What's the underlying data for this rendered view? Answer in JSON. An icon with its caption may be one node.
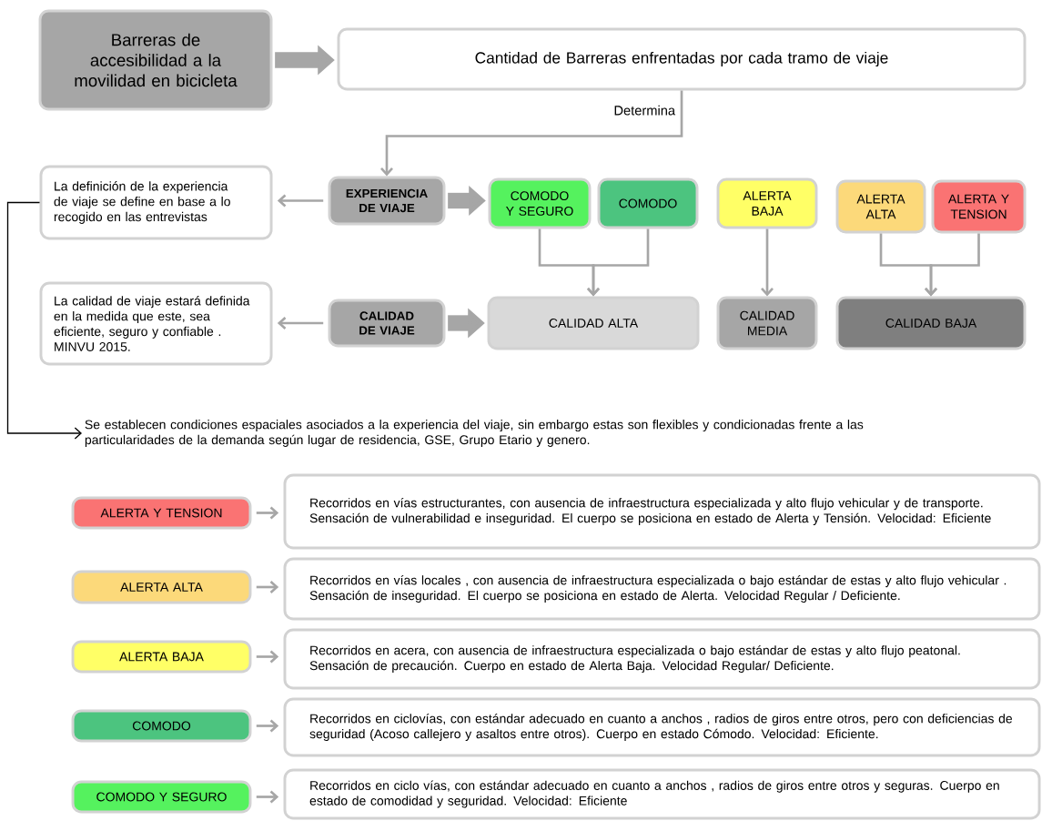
{
  "diagram": {
    "nodes": [
      {
        "text": [
          "Barreras de accesibilidad a la movilidad en bicicleta"
        ]
      },
      {
        "text": [
          "Cantidad de Barreras  enfrentadas por cada tramo de viaje"
        ]
      },
      {
        "text": [
          "EXPERIENCIA DE VIAJE"
        ]
      },
      {
        "text": [
          "La definición  de la experiencia de viaje se define en base a lo recogido en las entrevistas"
        ]
      },
      {
        "text": [
          "COMODO Y SEGURO"
        ]
      },
      {
        "text": [
          "COMODO"
        ]
      },
      {
        "text": [
          "ALERTA BAJA"
        ]
      },
      {
        "text": [
          "ALERTA ALTA"
        ]
      },
      {
        "text": [
          "ALERTA Y TENSION"
        ]
      },
      {
        "text": [
          "CALIDAD DE VIAJE"
        ]
      },
      {
        "text": [
          "La calidad de viaje estará definida en la medida que este, sea eficiente, seguro y confiable . MINVU 2015."
        ]
      },
      {
        "text": [
          "CALIDAD ALTA"
        ]
      },
      {
        "text": [
          "CALIDAD MEDIA"
        ]
      },
      {
        "text": [
          "CALIDAD BAJA"
        ]
      },
      {
        "text": [
          "Se establecen condiciones espaciales asociados a la experiencia del viaje, sin embargo estas son flexibles y condicionadas frente a las particularidades de la demanda  según  lugar de residencia, GSE, Grupo Etario y genero."
        ]
      },
      {
        "text": [
          "ALERTA Y TENSION"
        ]
      },
      {
        "text": [
          "Recorridos en vías estructurantes, con ausencia de infraestructura especializada y alto flujo vehicular y de transporte. Sensación de vulnerabilidad e inseguridad. El cuerpo se posiciona en estado de Alerta y Tensión. Velocidad: Eficiente"
        ]
      },
      {
        "text": [
          "ALERTA ALTA"
        ]
      },
      {
        "text": [
          "Recorridos en vías locales , con ausencia de infraestructura especializada o bajo estándar de estas y alto flujo vehicular . Sensación de inseguridad.  El cuerpo se posiciona en estado de Alerta. Velocidad  Regular / Deficiente."
        ]
      },
      {
        "text": [
          "ALERTA BAJA"
        ]
      },
      {
        "text": [
          "Recorridos en acera, con ausencia de infraestructura especializada o bajo estándar de estas y  alto flujo peatonal. Sensación de precaución. Cuerpo en estado de Alerta Baja. Velocidad Regular/ Deficiente."
        ]
      },
      {
        "text": [
          "COMODO"
        ]
      },
      {
        "text": [
          "Recorridos en  ciclovías, con estándar adecuado en cuanto a anchos , radios de giros  entre otros, pero con deficiencias de seguridad  (Acoso callejero y asaltos entre otros).  Cuerpo en estado Cómodo. Velocidad: Eficiente."
        ]
      },
      {
        "text": [
          "COMODO Y SEGURO"
        ]
      },
      {
        "text": [
          "Recorridos en  ciclo vías, con estándar adecuado en cuanto a anchos , radios de giros entre otros  y  seguras. Cuerpo en estado de comodidad y seguridad. Velocidad: Eficiente"
        ]
      }
    ],
    "edges": [
      {
        "from": 0,
        "to": 1,
        "arrow": "to",
        "style": "thick"
      },
      {
        "from": 1,
        "to": 2,
        "arrow": "to",
        "label": "Determina"
      },
      {
        "from": 2,
        "to": 3,
        "arrow": "to"
      },
      {
        "from": 2,
        "to": 4,
        "arrow": "to",
        "style": "thick"
      },
      {
        "from": 4,
        "to": 11,
        "arrow": "to"
      },
      {
        "from": 5,
        "to": 11,
        "arrow": "to"
      },
      {
        "from": 6,
        "to": 12,
        "arrow": "to"
      },
      {
        "from": 7,
        "to": 13,
        "arrow": "to"
      },
      {
        "from": 8,
        "to": 13,
        "arrow": "to"
      },
      {
        "from": 9,
        "to": 10,
        "arrow": "to"
      },
      {
        "from": 9,
        "to": 11,
        "arrow": "to",
        "style": "thick"
      },
      {
        "from": 3,
        "to": 14,
        "arrow": "to",
        "color": "#000000"
      },
      {
        "from": 15,
        "to": 16,
        "arrow": "to"
      },
      {
        "from": 17,
        "to": 18,
        "arrow": "to"
      },
      {
        "from": 19,
        "to": 20,
        "arrow": "to"
      },
      {
        "from": 21,
        "to": 22,
        "arrow": "to"
      },
      {
        "from": 23,
        "to": 24,
        "arrow": "to"
      }
    ]
  }
}
